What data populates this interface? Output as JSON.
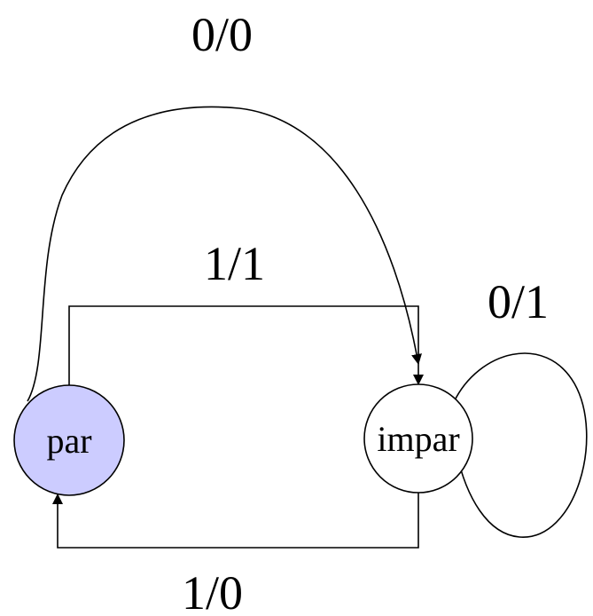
{
  "states": [
    {
      "id": "par",
      "label": "par",
      "fill": "#ccccff",
      "initial": true
    },
    {
      "id": "impar",
      "label": "impar",
      "fill": "#ffffff",
      "initial": false
    }
  ],
  "transitions": [
    {
      "id": "par-to-impar-curve",
      "from": "par",
      "to": "impar",
      "label": "0/0"
    },
    {
      "id": "par-to-impar-rect",
      "from": "par",
      "to": "impar",
      "label": "1/1"
    },
    {
      "id": "impar-self-loop",
      "from": "impar",
      "to": "impar",
      "label": "0/1"
    },
    {
      "id": "impar-to-par",
      "from": "impar",
      "to": "par",
      "label": "1/0"
    }
  ],
  "colors": {
    "stroke": "#000000",
    "par_fill": "#ccccff",
    "impar_fill": "#ffffff"
  }
}
